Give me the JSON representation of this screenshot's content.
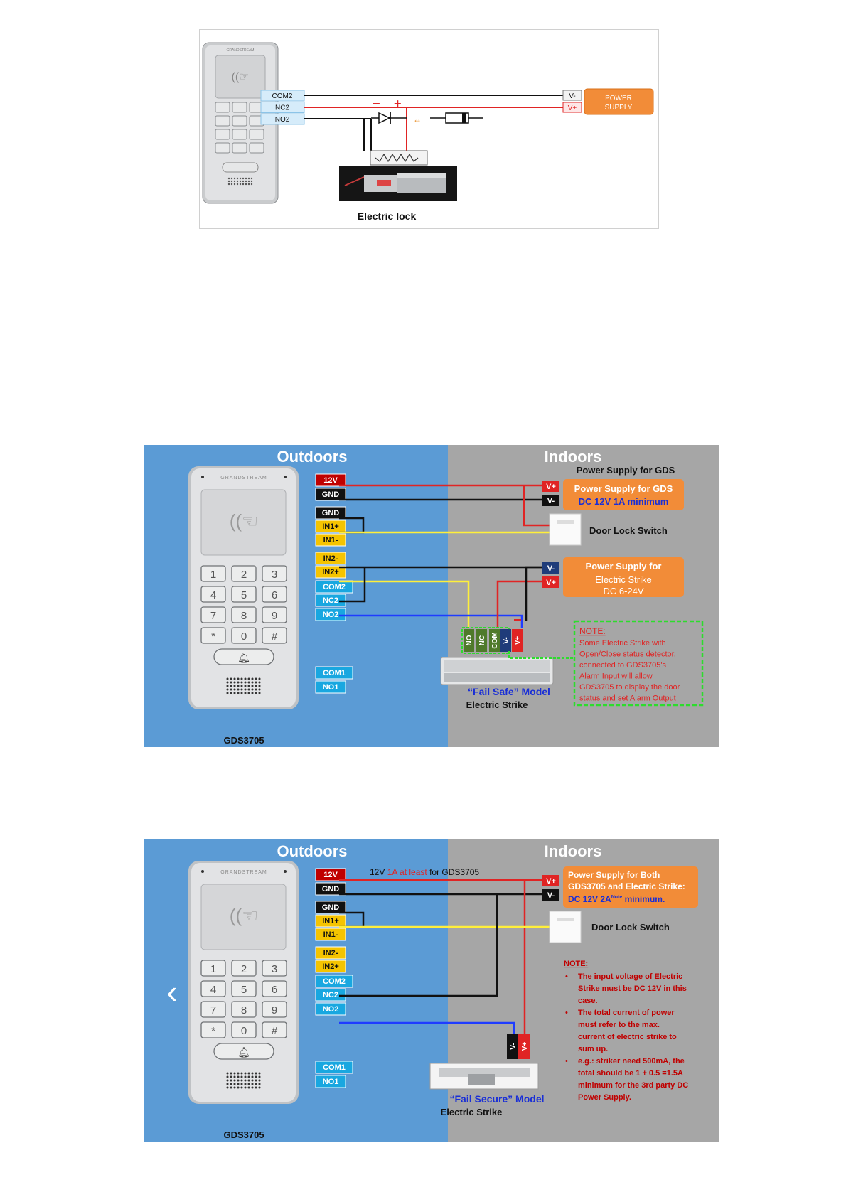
{
  "diagram1": {
    "device_brand": "GRANDSTREAM",
    "terminals": [
      "COM2",
      "NC2",
      "NO2"
    ],
    "v_minus": "V-",
    "v_plus": "V+",
    "power_supply": [
      "POWER",
      "SUPPLY"
    ],
    "minus_sign": "−",
    "plus_sign": "+",
    "lock_label": "Electric lock"
  },
  "diagram2": {
    "outdoors": "Outdoors",
    "indoors": "Indoors",
    "brand": "GRANDSTREAM",
    "model": "GDS3705",
    "keys": [
      "1",
      "2",
      "3",
      "4",
      "5",
      "6",
      "7",
      "8",
      "9",
      "*",
      "0",
      "#"
    ],
    "terminals": [
      "12V",
      "GND",
      "GND",
      "IN1+",
      "IN1-",
      "IN2-",
      "IN2+",
      "COM2",
      "NC2",
      "NO2",
      "COM1",
      "NO1"
    ],
    "psu_gds_title": "Power Supply for GDS",
    "psu_gds_box": [
      "Power Supply for GDS",
      "DC 12V 1A minimum"
    ],
    "v_plus": "V+",
    "v_minus": "V-",
    "door_lock_switch": "Door Lock Switch",
    "psu_strike_box": [
      "Power Supply for",
      "Electric Strike",
      "DC 6-24V"
    ],
    "strike_terms": [
      "NO",
      "NC",
      "COM",
      "V-",
      "V+"
    ],
    "model_label": "“Fail Safe” Model",
    "strike_label": "Electric  Strike",
    "note_title": "NOTE:",
    "note_lines": [
      "Some Electric Strike with",
      "Open/Close status detector,",
      "connected to GDS3705's",
      "Alarm Input will allow",
      "GDS3705 to display the door",
      "status and set Alarm Output"
    ]
  },
  "diagram3": {
    "outdoors": "Outdoors",
    "indoors": "Indoors",
    "brand": "GRANDSTREAM",
    "model": "GDS3705",
    "keys": [
      "1",
      "2",
      "3",
      "4",
      "5",
      "6",
      "7",
      "8",
      "9",
      "*",
      "0",
      "#"
    ],
    "terminals": [
      "12V",
      "GND",
      "GND",
      "IN1+",
      "IN1-",
      "IN2-",
      "IN2+",
      "COM2",
      "NC2",
      "NO2",
      "COM1",
      "NO1"
    ],
    "top_label": [
      "12V ",
      "1A  at least",
      " for GDS3705"
    ],
    "v_plus": "V+",
    "v_minus": "V-",
    "psu_box": [
      "Power Supply for Both",
      "GDS3705 and Electric Strike:",
      "DC 12V 2A",
      "Note",
      " minimum."
    ],
    "door_lock_switch": "Door Lock Switch",
    "strike_terms": [
      "V-",
      "V+"
    ],
    "model_label": "“Fail Secure” Model",
    "strike_label": "Electric  Strike",
    "note_title": "NOTE:",
    "note_bullets": [
      [
        "The input voltage of Electric",
        "Strike must be DC 12V in this",
        "case."
      ],
      [
        "The total  current of power",
        "must  refer to the max.",
        "current of electric strike  to",
        "sum up."
      ],
      [
        "e.g.: striker need 500mA, the",
        "total should be 1 + 0.5 =1.5A",
        "minimum for the 3rd party DC",
        "Power Supply."
      ]
    ],
    "nav_prev": "‹"
  }
}
